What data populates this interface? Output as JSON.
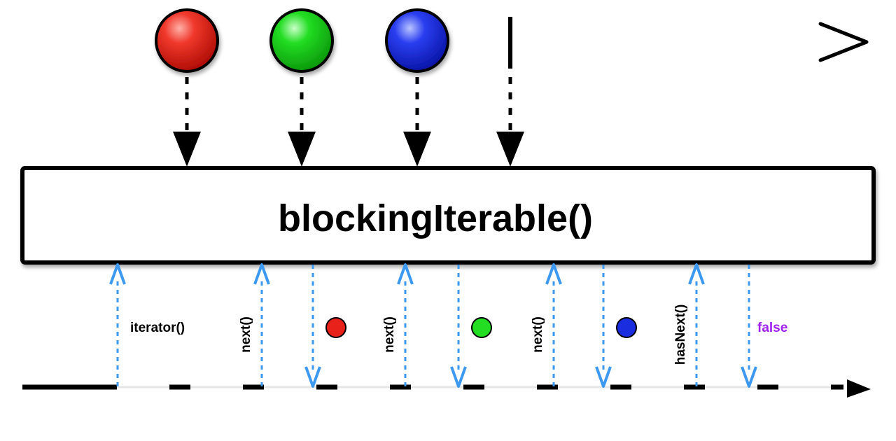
{
  "operator": {
    "label": "blockingIterable()"
  },
  "colors": {
    "line": "#000000",
    "call_arrow": "#3d99f0",
    "false_text": "#a020f0",
    "red": "#e8221a",
    "green": "#22dd22",
    "blue": "#1a2ee0"
  },
  "source": {
    "items": [
      {
        "color": "red",
        "icon": "red-marble-icon"
      },
      {
        "color": "green",
        "icon": "green-marble-icon"
      },
      {
        "color": "blue",
        "icon": "blue-marble-icon"
      }
    ],
    "completion": "complete-marker-icon"
  },
  "interactions": [
    {
      "direction": "up",
      "label": "iterator()",
      "vertical": false
    },
    {
      "direction": "up",
      "label": "next()",
      "vertical": true
    },
    {
      "direction": "down",
      "item_color": "red"
    },
    {
      "direction": "up",
      "label": "next()",
      "vertical": true
    },
    {
      "direction": "down",
      "item_color": "green"
    },
    {
      "direction": "up",
      "label": "next()",
      "vertical": true
    },
    {
      "direction": "down",
      "item_color": "blue"
    },
    {
      "direction": "up",
      "label": "hasNext()",
      "vertical": true
    },
    {
      "direction": "down",
      "result": "false"
    }
  ]
}
